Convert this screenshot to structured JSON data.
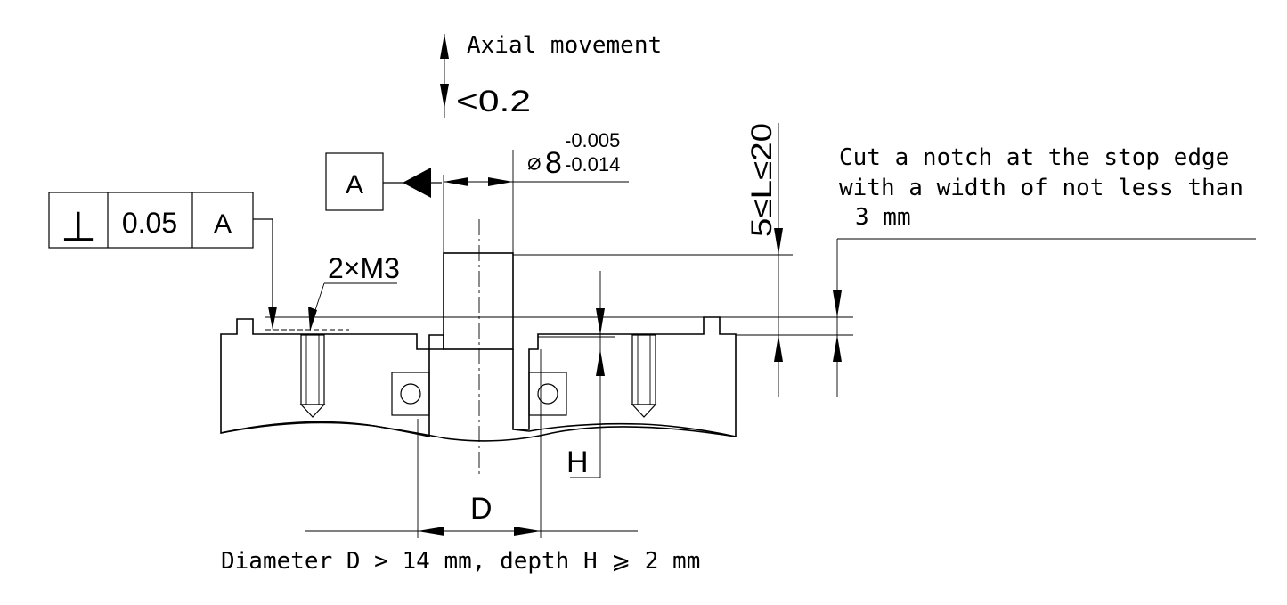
{
  "axial": {
    "label": "Axial movement",
    "value": "<0.2"
  },
  "datum": {
    "letter": "A"
  },
  "diameter_tol": {
    "symbol": "⌀",
    "nominal": "8",
    "upper": "-0.005",
    "lower": "-0.014"
  },
  "length_range": "5≤L≤20",
  "fcf": {
    "symbol": "⊥",
    "tolerance": "0.05",
    "datum": "A"
  },
  "thread": "2×M3",
  "notch_note": {
    "line1": "Cut a notch at the stop edge",
    "line2": "with a width of not less than",
    "line3": "3 mm"
  },
  "dim_h": "H",
  "dim_d": "D",
  "bottom_note": "Diameter D > 14 mm, depth H ⩾ 2 mm"
}
